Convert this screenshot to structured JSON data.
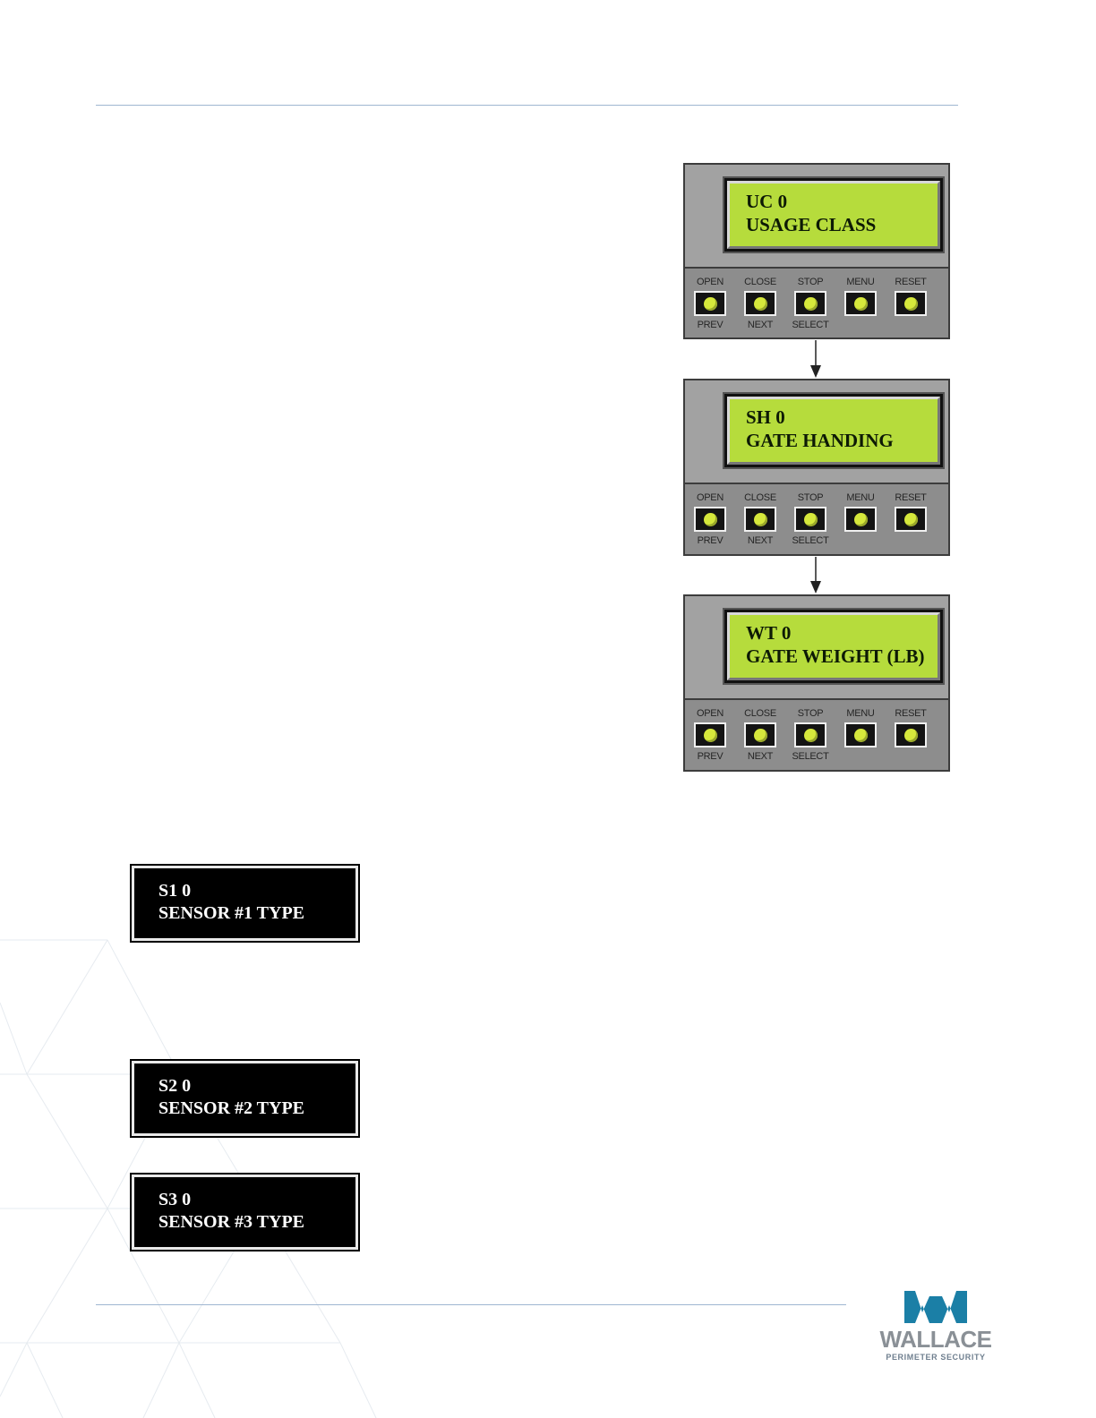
{
  "displays": [
    {
      "line1": "UC 0",
      "line2": "USAGE CLASS"
    },
    {
      "line1": "SH 0",
      "line2": "GATE HANDING"
    },
    {
      "line1": "WT 0",
      "line2": "GATE WEIGHT (LB)"
    }
  ],
  "buttons": [
    {
      "top": "OPEN",
      "bottom": "PREV"
    },
    {
      "top": "CLOSE",
      "bottom": "NEXT"
    },
    {
      "top": "STOP",
      "bottom": "SELECT"
    },
    {
      "top": "MENU",
      "bottom": ""
    },
    {
      "top": "RESET",
      "bottom": ""
    }
  ],
  "sensor_displays": [
    {
      "line1": "S1 0",
      "line2": "SENSOR #1 TYPE"
    },
    {
      "line1": "S2 0",
      "line2": "SENSOR #2 TYPE"
    },
    {
      "line1": "S3 0",
      "line2": "SENSOR #3 TYPE"
    }
  ],
  "logo": {
    "name": "WALLACE",
    "tagline": "PERIMETER SECURITY",
    "accent_color": "#1b7fa6",
    "icon": "wallace-w-logo-icon"
  }
}
